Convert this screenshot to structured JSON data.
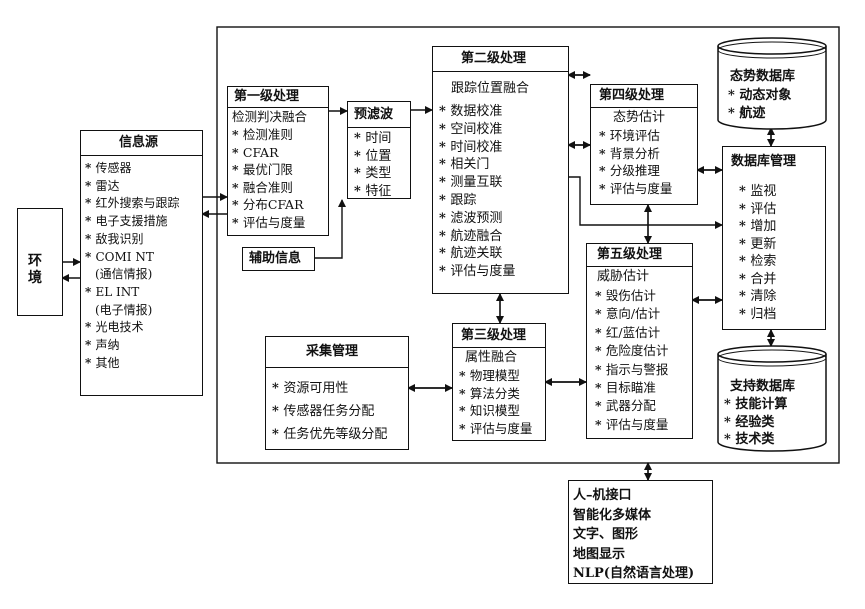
{
  "environment": {
    "label": "环境"
  },
  "info_source": {
    "title": "信息源",
    "items": [
      "传感器",
      "雷达",
      "红外搜索与跟踪",
      "电子支援措施",
      "敌我识别",
      "COMI NT",
      "(通信情报)",
      "EL INT",
      "(电子情报)",
      "光电技术",
      "声纳",
      "其他"
    ]
  },
  "level1": {
    "title": "第一级处理",
    "subtitle": "检测判决融合",
    "items": [
      "检测准则",
      "CFAR",
      "最优门限",
      "融合准则",
      "分布CFAR",
      "评估与度量"
    ]
  },
  "prefilter": {
    "title": "预滤波",
    "items": [
      "时间",
      "位置",
      "类型",
      "特征"
    ]
  },
  "aux_info": {
    "label": "辅助信息"
  },
  "level2": {
    "title": "第二级处理",
    "subtitle": "跟踪位置融合",
    "items": [
      "数据校准",
      "空间校准",
      "时间校准",
      "相关门",
      "测量互联",
      "跟踪",
      "滤波预测",
      "航迹融合",
      "航迹关联",
      "评估与度量"
    ]
  },
  "level3": {
    "title": "第三级处理",
    "subtitle": "属性融合",
    "items": [
      "物理模型",
      "算法分类",
      "知识模型",
      "评估与度量"
    ]
  },
  "level4": {
    "title": "第四级处理",
    "subtitle": "态势估计",
    "items": [
      "环境评估",
      "背景分析",
      "分级推理",
      "评估与度量"
    ]
  },
  "level5": {
    "title": "第五级处理",
    "subtitle": "威胁估计",
    "items": [
      "毁伤估计",
      "意向/估计",
      "红/蓝估计",
      "危险度估计",
      "指示与警报",
      "目标瞄准",
      "武器分配",
      "评估与度量"
    ]
  },
  "collection": {
    "title": "采集管理",
    "items": [
      "资源可用性",
      "传感器任务分配",
      "任务优先等级分配"
    ]
  },
  "situation_db": {
    "title": "态势数据库",
    "items": [
      "动态对象",
      "航迹"
    ]
  },
  "db_management": {
    "title": "数据库管理",
    "items": [
      "监视",
      "评估",
      "增加",
      "更新",
      "检索",
      "合并",
      "清除",
      "归档"
    ]
  },
  "support_db": {
    "title": "支持数据库",
    "items": [
      "技能计算",
      "经验类",
      "技术类"
    ]
  },
  "hmi": {
    "items": [
      "人–机接口",
      "智能化多媒体",
      "文字、图形",
      "地图显示",
      "NLP(自然语言处理)"
    ]
  }
}
